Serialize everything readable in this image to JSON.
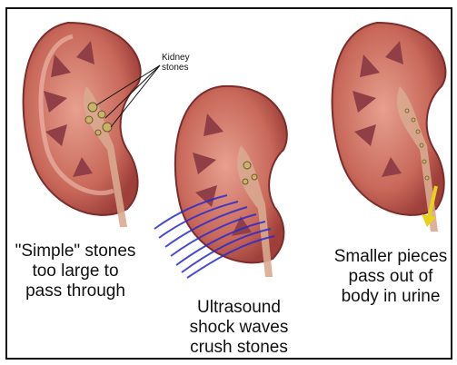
{
  "labels": {
    "callout": "Kidney\nstones",
    "step1": "\"Simple\" stones\ntoo large to\npass through",
    "step2": "Ultrasound\nshock waves\ncrush stones",
    "step3": "Smaller pieces\npass out of\nbody in urine"
  },
  "colors": {
    "kidney_outer": "#b8564e",
    "kidney_inner": "#d98a7a",
    "pyramid": "#8f3f45",
    "stone": "#c9b26a",
    "waves": "#2a2ad0",
    "arrow": "#e8d21a"
  }
}
